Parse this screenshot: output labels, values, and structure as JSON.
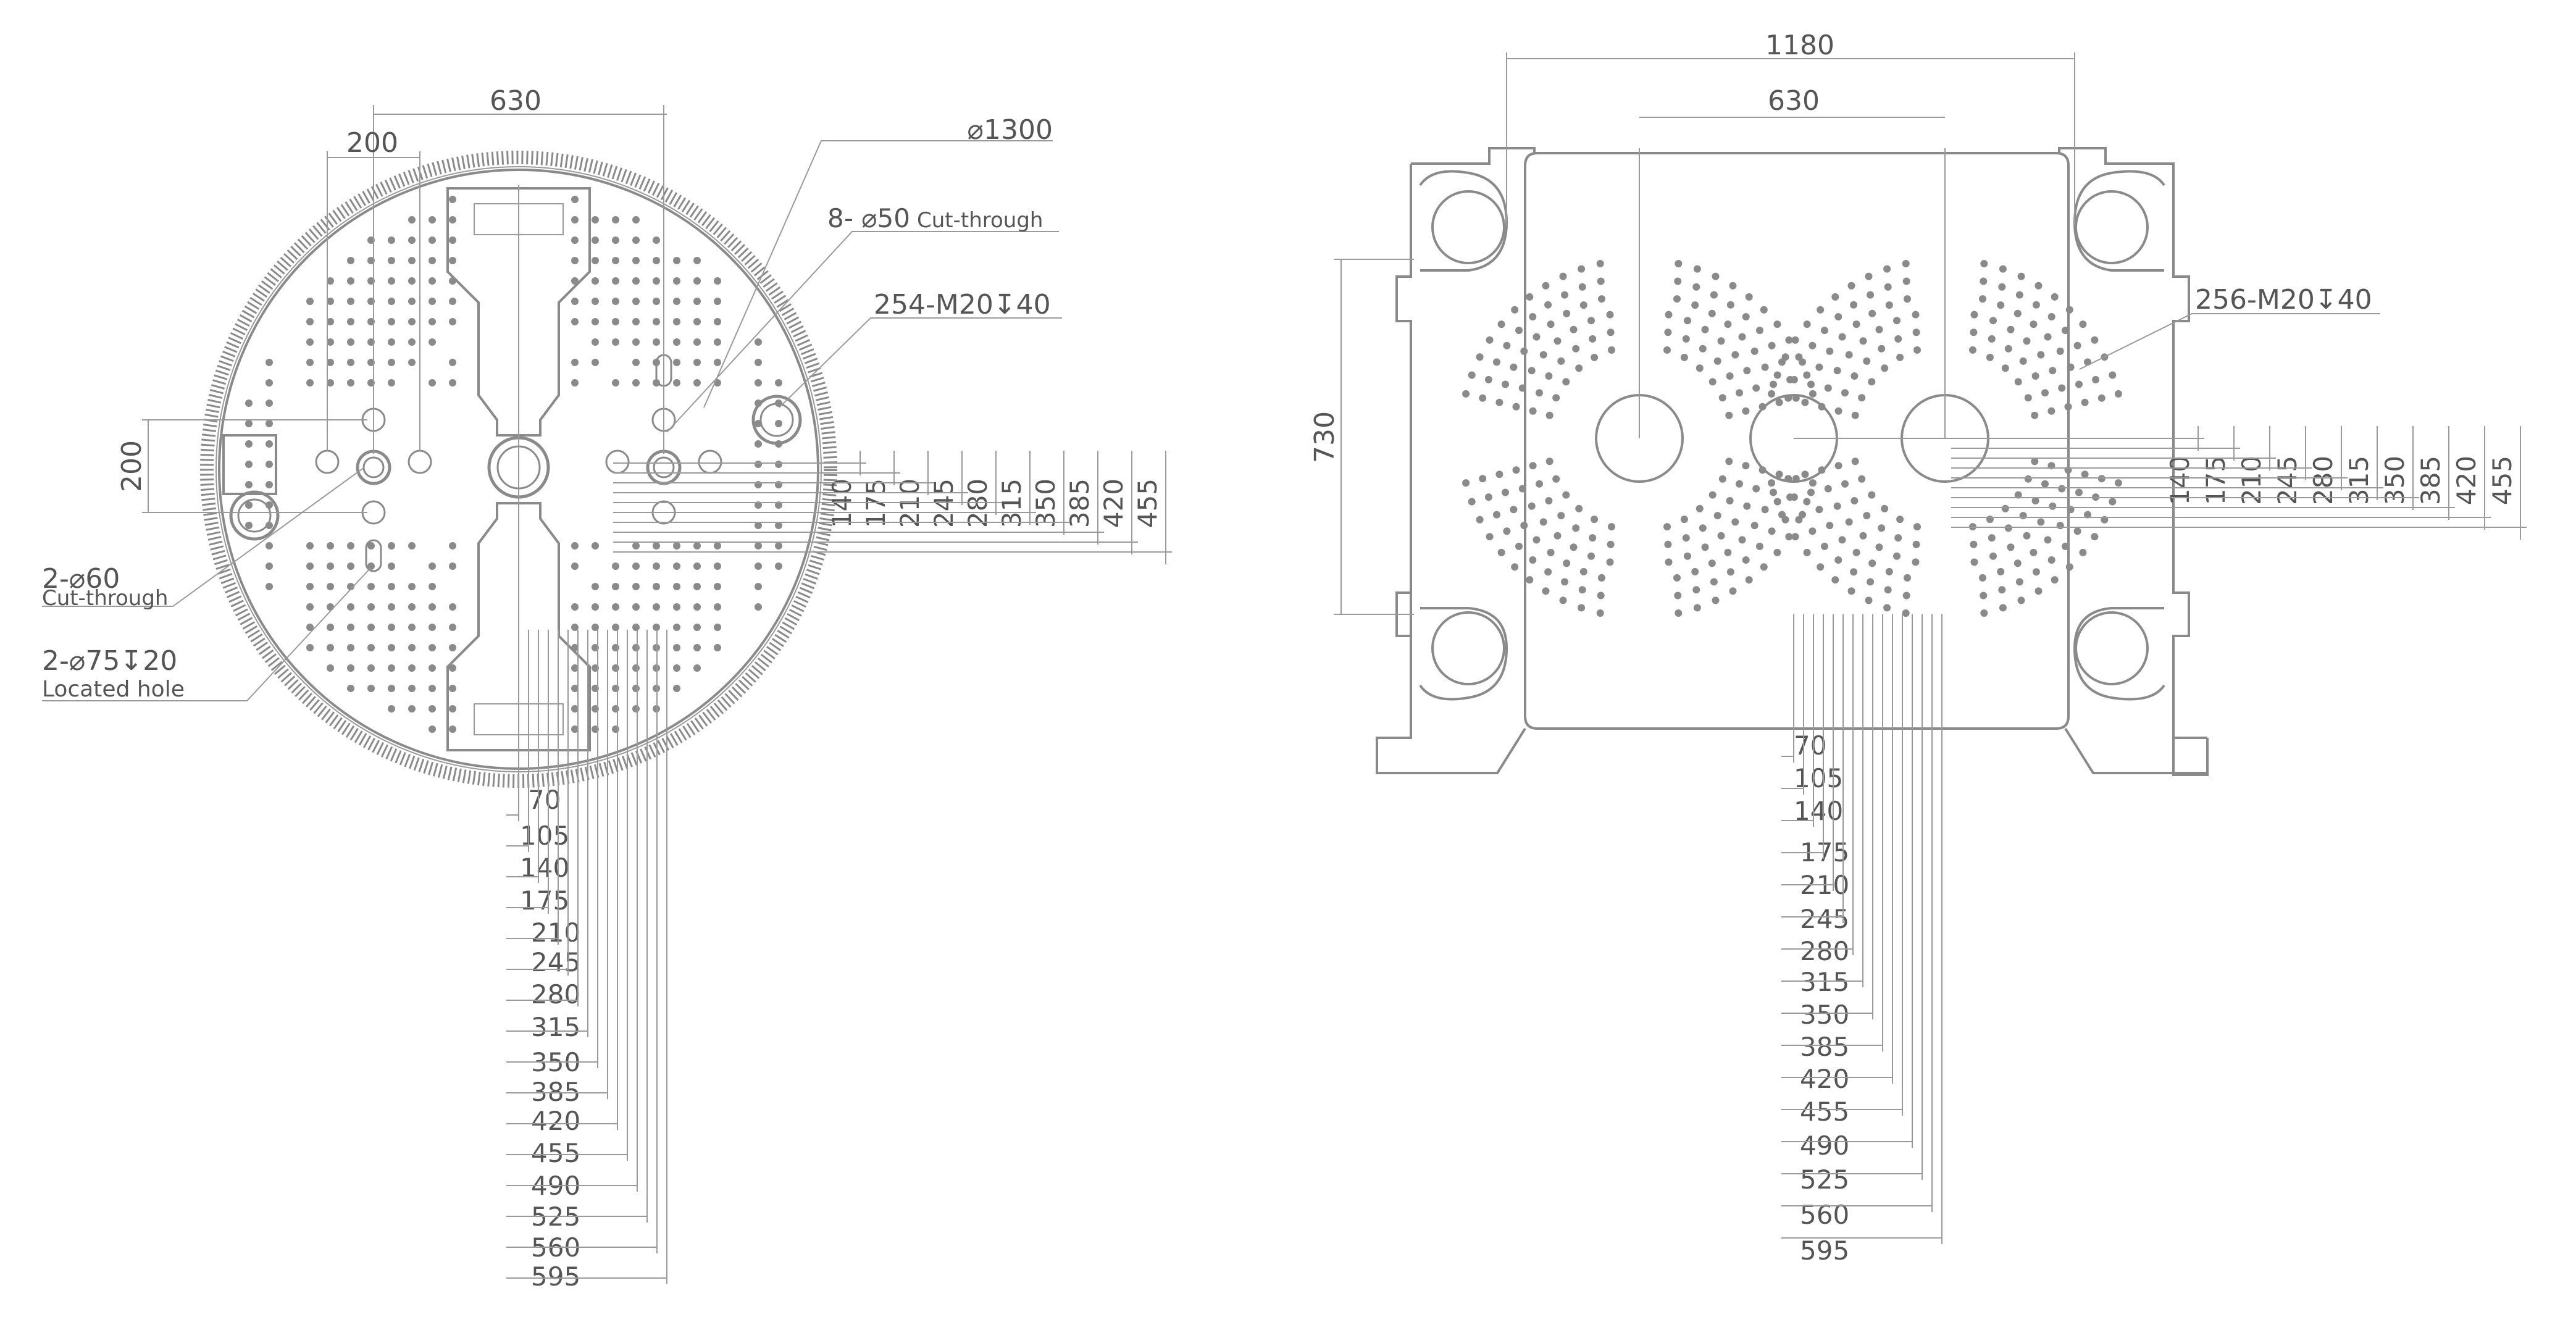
{
  "left_view": {
    "top_dims": [
      "630",
      "200"
    ],
    "side_dim": "200",
    "callouts": {
      "diameter": "⌀1300",
      "cut_through_holes": "8- ⌀50",
      "cut_through_suffix": "Cut-through",
      "tapped": "254-M20↧40",
      "two_cut_main": "2-⌀60",
      "two_cut_sub": "Cut-through",
      "locate_main": "2-⌀75↧20",
      "locate_sub": "Located hole"
    },
    "right_dims": [
      "140",
      "175",
      "210",
      "245",
      "280",
      "315",
      "350",
      "385",
      "420",
      "455"
    ],
    "bottom_dims": [
      "70",
      "105",
      "140",
      "175",
      "210",
      "245",
      "280",
      "315",
      "350",
      "385",
      "420",
      "455",
      "490",
      "525",
      "560",
      "595"
    ]
  },
  "right_view": {
    "top_dims": [
      "1180",
      "630"
    ],
    "side_dim": "730",
    "callouts": {
      "tapped": "256-M20↧40"
    },
    "right_dims": [
      "140",
      "175",
      "210",
      "245",
      "280",
      "315",
      "350",
      "385",
      "420",
      "455"
    ],
    "bottom_dims": [
      "70",
      "105",
      "140",
      "175",
      "210",
      "245",
      "280",
      "315",
      "350",
      "385",
      "420",
      "455",
      "490",
      "525",
      "560",
      "595"
    ]
  },
  "colors": {
    "line": "#8a8a8a",
    "text": "#555555"
  }
}
